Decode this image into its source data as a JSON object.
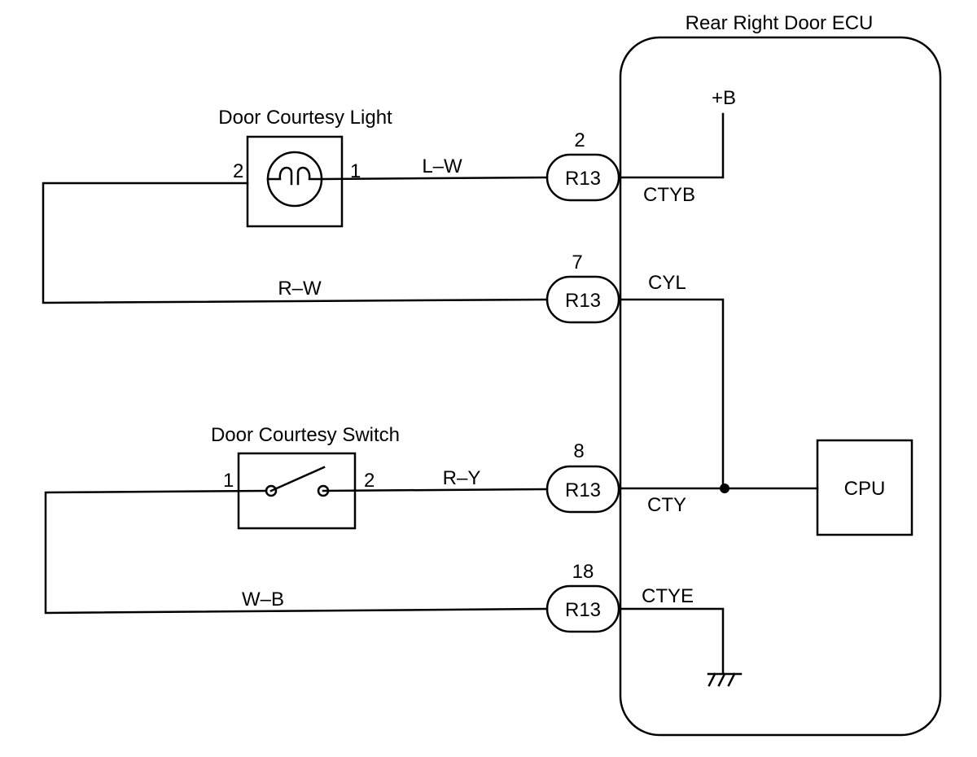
{
  "ecu": {
    "title": "Rear Right Door ECU",
    "cpu_label": "CPU",
    "power_label": "+B"
  },
  "light": {
    "title": "Door Courtesy Light",
    "pin_left": "2",
    "pin_right": "1"
  },
  "switch": {
    "title": "Door Courtesy Switch",
    "pin_left": "1",
    "pin_right": "2"
  },
  "connectors": [
    {
      "connector": "R13",
      "pin": "2",
      "wire": "L–W",
      "terminal": "CTYB"
    },
    {
      "connector": "R13",
      "pin": "7",
      "wire": "R–W",
      "terminal": "CYL"
    },
    {
      "connector": "R13",
      "pin": "8",
      "wire": "R–Y",
      "terminal": "CTY"
    },
    {
      "connector": "R13",
      "pin": "18",
      "wire": "W–B",
      "terminal": "CTYE"
    }
  ]
}
